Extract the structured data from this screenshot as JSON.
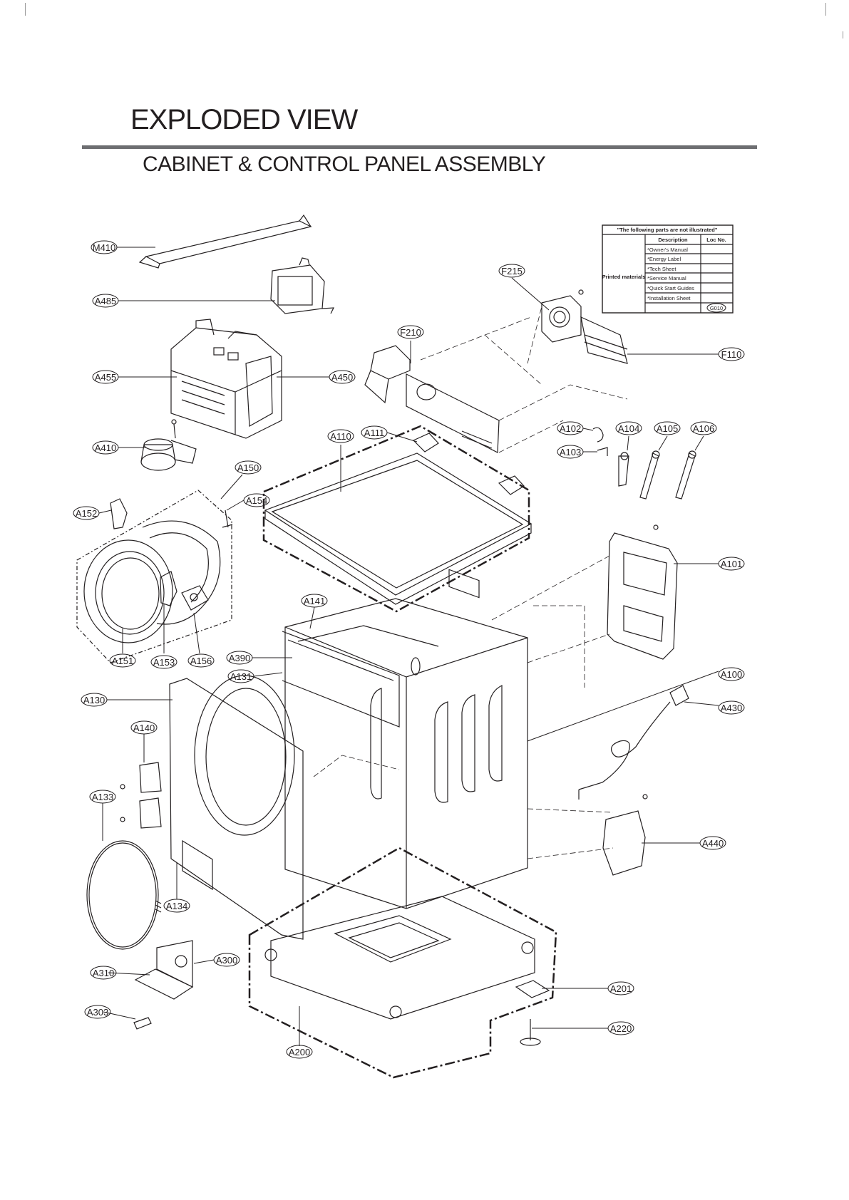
{
  "title": "EXPLODED VIEW",
  "subtitle": "CABINET  & CONTROL PANEL ASSEMBLY",
  "not_illustrated_table": {
    "header": "\"The following parts are not illustrated\"",
    "col_description": "Description",
    "col_loc_no": "Loc No.",
    "group_label": "Printed materials",
    "items": [
      "*Owner's Manual",
      "*Energy Label",
      "*Tech Sheet",
      "*Service Manual",
      "*Quick Start Guides",
      "*Installation Sheet"
    ],
    "loc_value": "G010"
  },
  "callouts": {
    "M410": "M410",
    "A485": "A485",
    "A455": "A455",
    "A450": "A450",
    "A410": "A410",
    "A150": "A150",
    "A154": "A154",
    "A152": "A152",
    "A151": "A151",
    "A153": "A153",
    "A156": "A156",
    "F215": "F215",
    "F210": "F210",
    "F110": "F110",
    "A110": "A110",
    "A111": "A111",
    "A102": "A102",
    "A103": "A103",
    "A104": "A104",
    "A105": "A105",
    "A106": "A106",
    "A101": "A101",
    "A141": "A141",
    "A390": "A390",
    "A131": "A131",
    "A130": "A130",
    "A140": "A140",
    "A133": "A133",
    "A134": "A134",
    "A100": "A100",
    "A430": "A430",
    "A440": "A440",
    "A300": "A300",
    "A310": "A310",
    "A303": "A303",
    "A200": "A200",
    "A201": "A201",
    "A220": "A220"
  }
}
